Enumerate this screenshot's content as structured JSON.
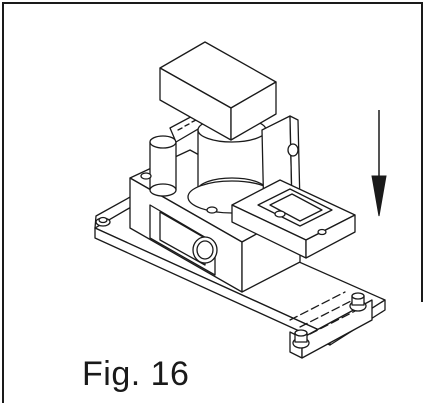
{
  "figure": {
    "caption": "Fig. 16",
    "subject": "gate-operator-motor-assembly",
    "arrow_direction": "down"
  },
  "colors": {
    "line": "#1a1a1a",
    "background": "#ffffff"
  }
}
